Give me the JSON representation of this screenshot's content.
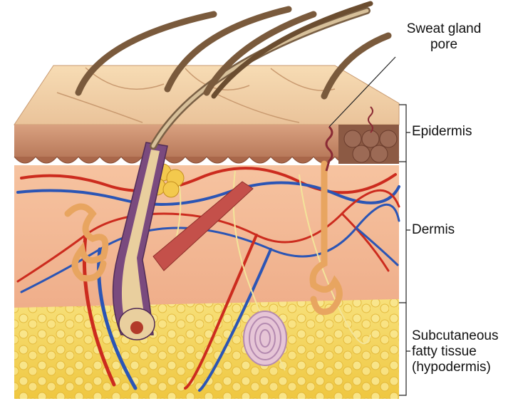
{
  "labels": {
    "sweat_gland_pore_line1": "Sweat gland",
    "sweat_gland_pore_line2": "pore",
    "epidermis": "Epidermis",
    "dermis": "Dermis",
    "subcutaneous_line1": "Subcutaneous",
    "subcutaneous_line2": "fatty tissue",
    "subcutaneous_line3": "(hypodermis)"
  },
  "colors": {
    "skin_surface": "#f3d3a6",
    "epidermis": "#c98f6f",
    "dermis": "#f2b894",
    "hypodermis_fat": "#f4d75c",
    "artery": "#cc2b1e",
    "vein": "#2b55b5",
    "hair": "#8a6a45",
    "sweat_gland": "#e8a560",
    "nerve": "#f3e49a"
  }
}
